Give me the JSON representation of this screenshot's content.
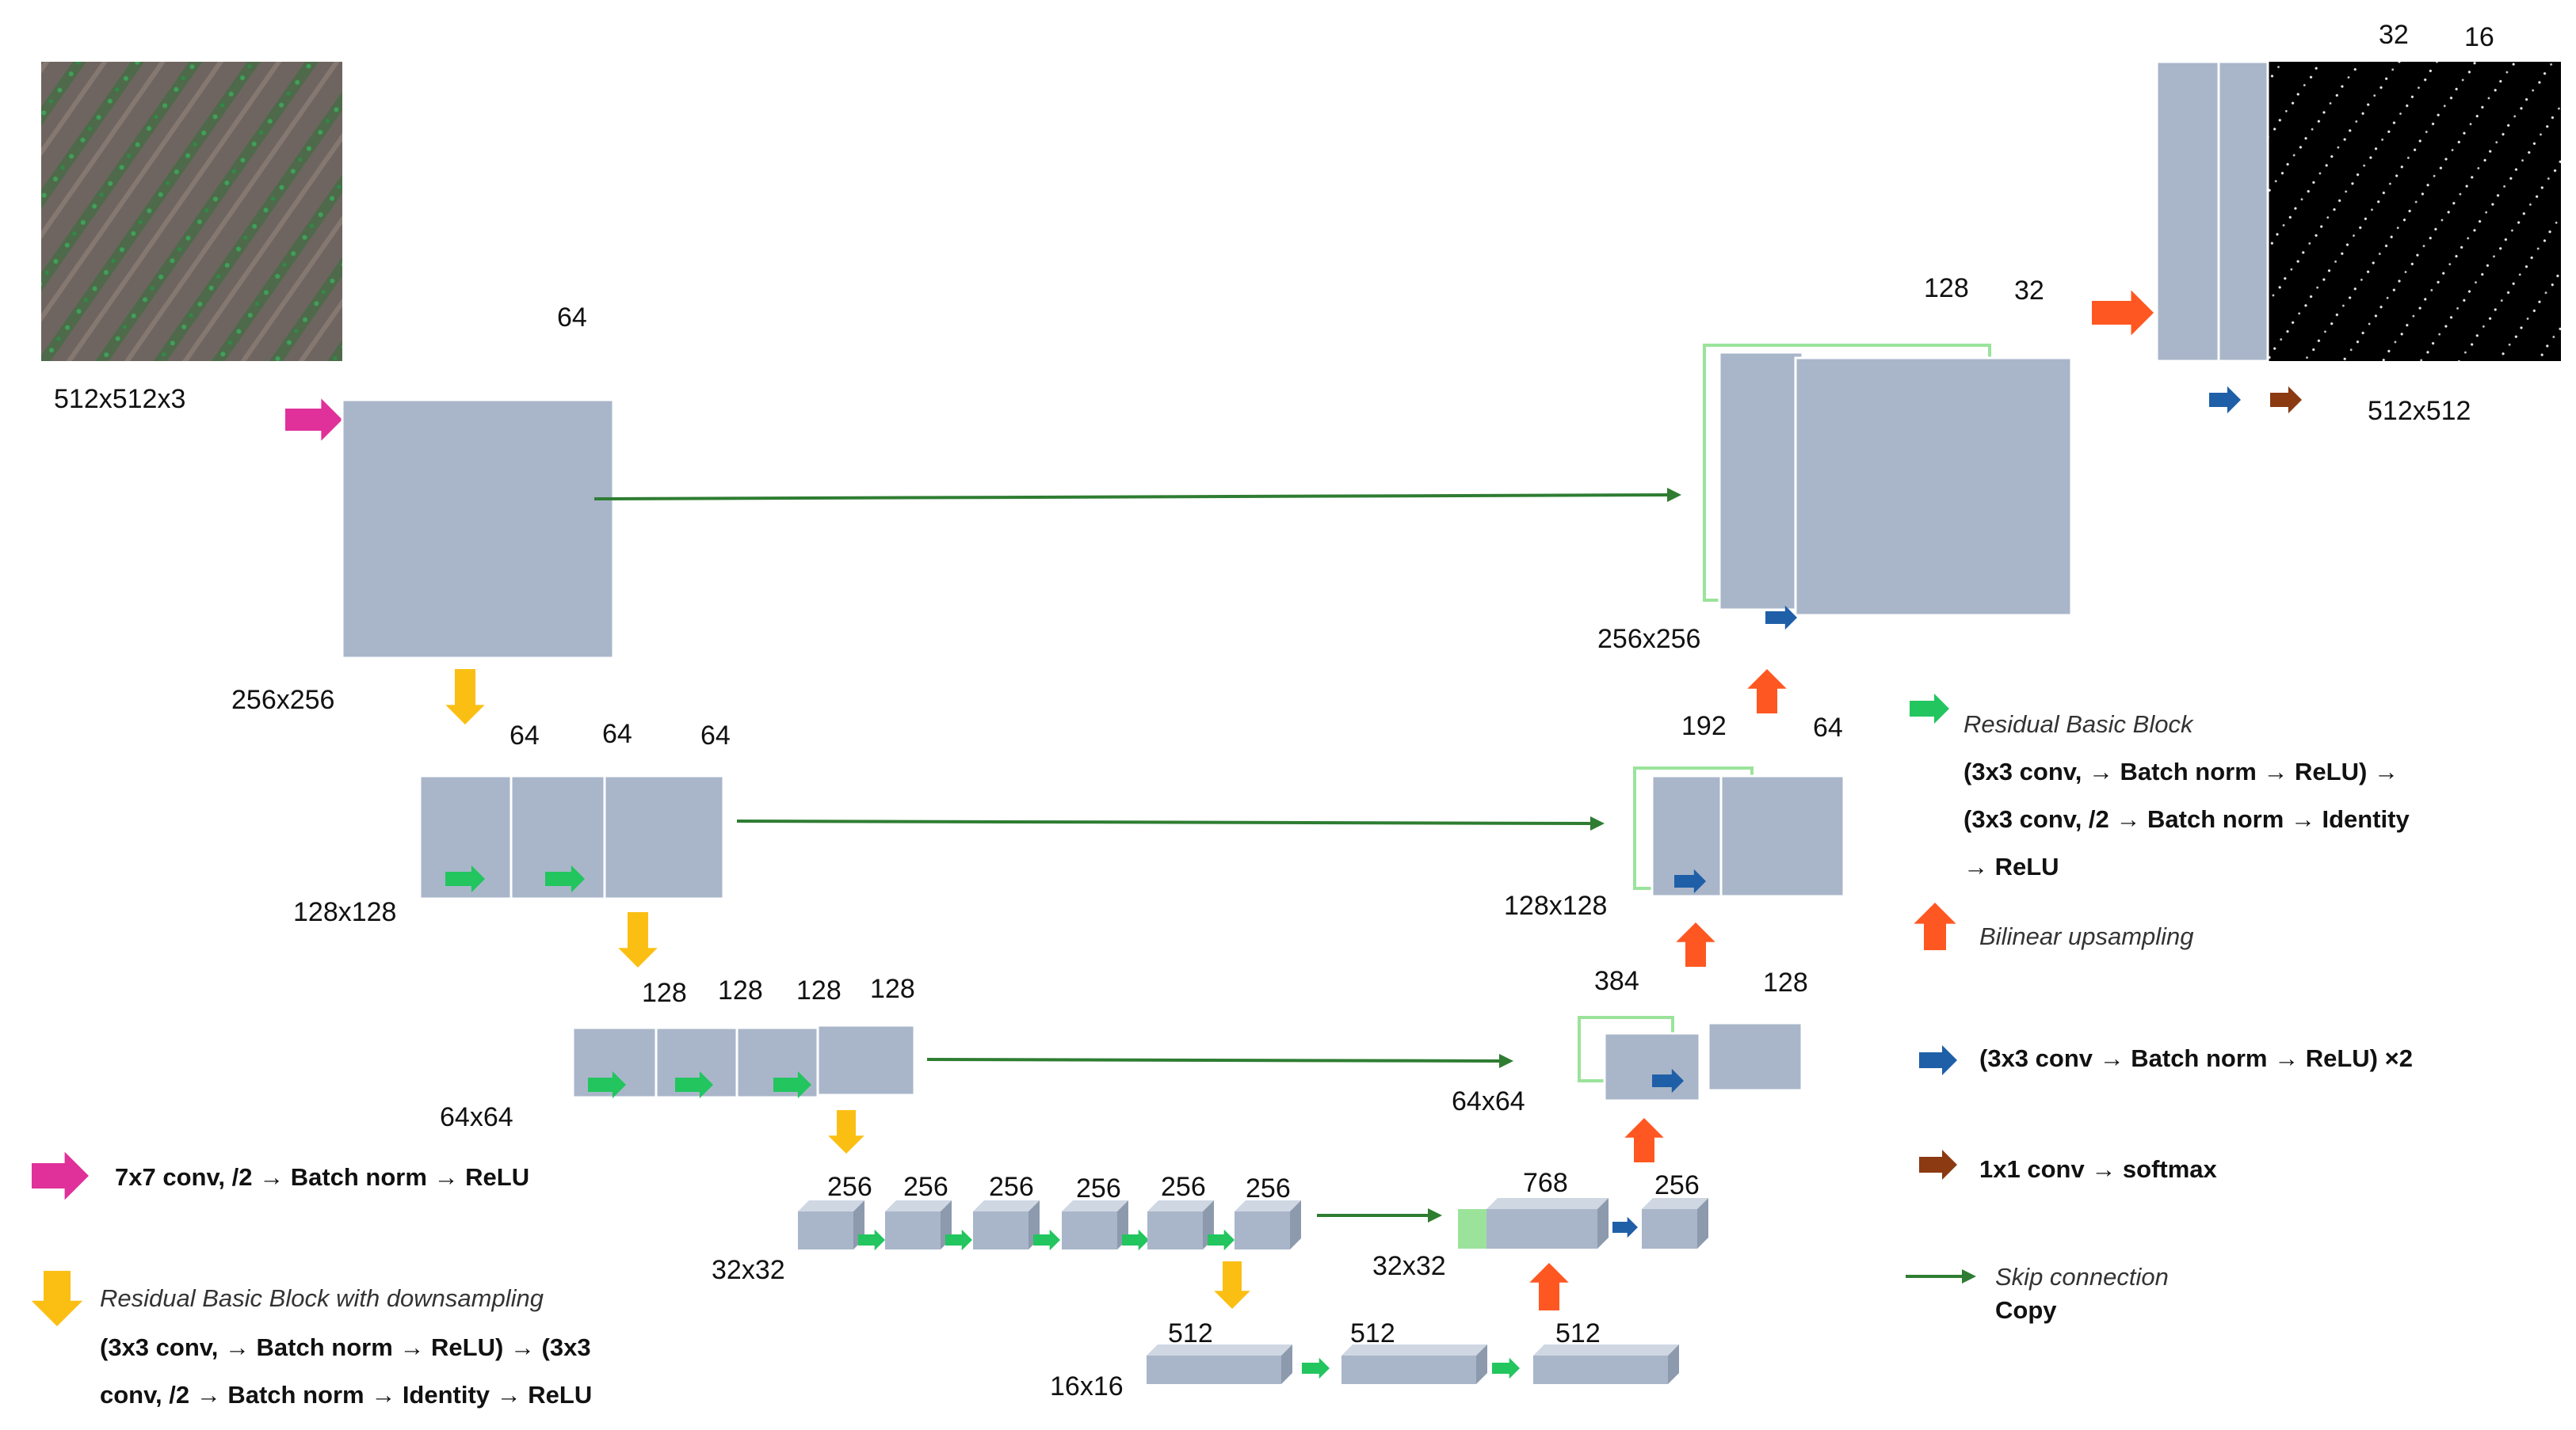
{
  "colors": {
    "block": "#a9b6c9",
    "block_edge": "#ffffff",
    "skip": "#2e7d32",
    "residual": "#22c55e",
    "downsample": "#fbbf14",
    "upsample": "#ff5722",
    "conv_bn_relu": "#1f5fa8",
    "conv1x1": "#8b3a12",
    "stem": "#e0309a",
    "concat": "#9be39b"
  },
  "images": {
    "input_name": "input-aerial-image",
    "output_name": "output-segmentation-mask"
  },
  "encoder": {
    "input_dim": "512x512x3",
    "stem": {
      "channels": "64",
      "dim": "256x256"
    },
    "stage1": {
      "channels": [
        "64",
        "64",
        "64"
      ],
      "dim": "128x128"
    },
    "stage2": {
      "channels": [
        "128",
        "128",
        "128",
        "128"
      ],
      "dim": "64x64"
    },
    "stage3": {
      "channels": [
        "256",
        "256",
        "256",
        "256",
        "256",
        "256"
      ],
      "dim": "32x32"
    },
    "stage4": {
      "channels": [
        "512",
        "512",
        "512"
      ],
      "dim": "16x16"
    }
  },
  "decoder": {
    "d32": {
      "concat": "768",
      "out": "256",
      "dim": "32x32"
    },
    "d64": {
      "concat": "384",
      "out": "128",
      "dim": "64x64"
    },
    "d128": {
      "concat": "192",
      "out": "64",
      "dim": "128x128"
    },
    "d256": {
      "concat": "128",
      "out": "32",
      "dim": "256x256"
    },
    "final": {
      "c1": "32",
      "c2": "16",
      "dim": "512x512"
    }
  },
  "legend": {
    "stem": "7x7 conv, /2 → Batch norm → ReLU",
    "downsample_title": "Residual Basic Block with downsampling",
    "downsample_line1": "(3x3 conv, → Batch norm → ReLU) → (3x3",
    "downsample_line2": "conv, /2 → Batch norm → Identity → ReLU",
    "residual_title": "Residual Basic Block",
    "residual_line1": "(3x3 conv, → Batch norm → ReLU) →",
    "residual_line2": "(3x3 conv, /2 → Batch norm → Identity",
    "residual_line3": "→ ReLU",
    "upsample": "Bilinear upsampling",
    "conv_bn_relu": "(3x3 conv → Batch norm → ReLU) ×2",
    "conv1x1": "1x1 conv → softmax",
    "skip_title": "Skip connection",
    "skip_sub": "Copy"
  }
}
